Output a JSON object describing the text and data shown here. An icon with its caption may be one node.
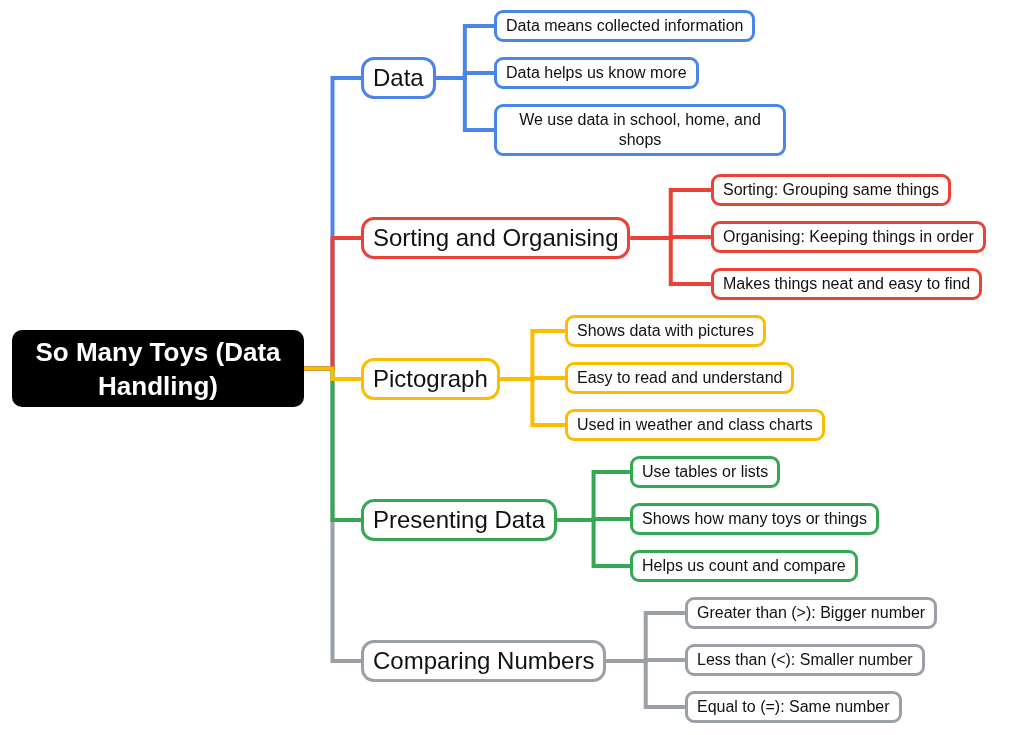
{
  "diagram": {
    "nodes": [
      {
        "text": [
          "So Many Toys (Data Handling)"
        ]
      },
      {
        "text": [
          "Data"
        ]
      },
      {
        "text": [
          "Data means collected information"
        ]
      },
      {
        "text": [
          "Data helps us know more"
        ]
      },
      {
        "text": [
          "We use data in school, home, and shops"
        ]
      },
      {
        "text": [
          "Sorting and Organising"
        ]
      },
      {
        "text": [
          "Sorting: Grouping same things"
        ]
      },
      {
        "text": [
          "Organising: Keeping things in order"
        ]
      },
      {
        "text": [
          "Makes things neat and easy to find"
        ]
      },
      {
        "text": [
          "Pictograph"
        ]
      },
      {
        "text": [
          "Shows data with pictures"
        ]
      },
      {
        "text": [
          "Easy to read and understand"
        ]
      },
      {
        "text": [
          "Used in weather and class charts"
        ]
      },
      {
        "text": [
          "Presenting Data"
        ]
      },
      {
        "text": [
          "Use tables or lists"
        ]
      },
      {
        "text": [
          "Shows how many toys or things"
        ]
      },
      {
        "text": [
          "Helps us count and compare"
        ]
      },
      {
        "text": [
          "Comparing Numbers"
        ]
      },
      {
        "text": [
          "Greater than (>): Bigger number"
        ]
      },
      {
        "text": [
          "Less than (<): Smaller number"
        ]
      },
      {
        "text": [
          "Equal to (=): Same number"
        ]
      }
    ],
    "edges": [
      {
        "from": 0,
        "to": 1,
        "arrow": "none",
        "color": "#4a86e8"
      },
      {
        "from": 0,
        "to": 5,
        "arrow": "none",
        "color": "#ea4335"
      },
      {
        "from": 0,
        "to": 9,
        "arrow": "none",
        "color": "#fbbc04"
      },
      {
        "from": 0,
        "to": 13,
        "arrow": "none",
        "color": "#34a853"
      },
      {
        "from": 0,
        "to": 17,
        "arrow": "none",
        "color": "#9aa0a6"
      },
      {
        "from": 1,
        "to": 2,
        "arrow": "none",
        "color": "#4a86e8"
      },
      {
        "from": 1,
        "to": 3,
        "arrow": "none",
        "color": "#4a86e8"
      },
      {
        "from": 1,
        "to": 4,
        "arrow": "none",
        "color": "#4a86e8"
      },
      {
        "from": 5,
        "to": 6,
        "arrow": "none",
        "color": "#ea4335"
      },
      {
        "from": 5,
        "to": 7,
        "arrow": "none",
        "color": "#ea4335"
      },
      {
        "from": 5,
        "to": 8,
        "arrow": "none",
        "color": "#ea4335"
      },
      {
        "from": 9,
        "to": 10,
        "arrow": "none",
        "color": "#fbbc04"
      },
      {
        "from": 9,
        "to": 11,
        "arrow": "none",
        "color": "#fbbc04"
      },
      {
        "from": 9,
        "to": 12,
        "arrow": "none",
        "color": "#fbbc04"
      },
      {
        "from": 13,
        "to": 14,
        "arrow": "none",
        "color": "#34a853"
      },
      {
        "from": 13,
        "to": 15,
        "arrow": "none",
        "color": "#34a853"
      },
      {
        "from": 13,
        "to": 16,
        "arrow": "none",
        "color": "#34a853"
      },
      {
        "from": 17,
        "to": 18,
        "arrow": "none",
        "color": "#9aa0a6"
      },
      {
        "from": 17,
        "to": 19,
        "arrow": "none",
        "color": "#9aa0a6"
      },
      {
        "from": 17,
        "to": 20,
        "arrow": "none",
        "color": "#9aa0a6"
      }
    ]
  }
}
